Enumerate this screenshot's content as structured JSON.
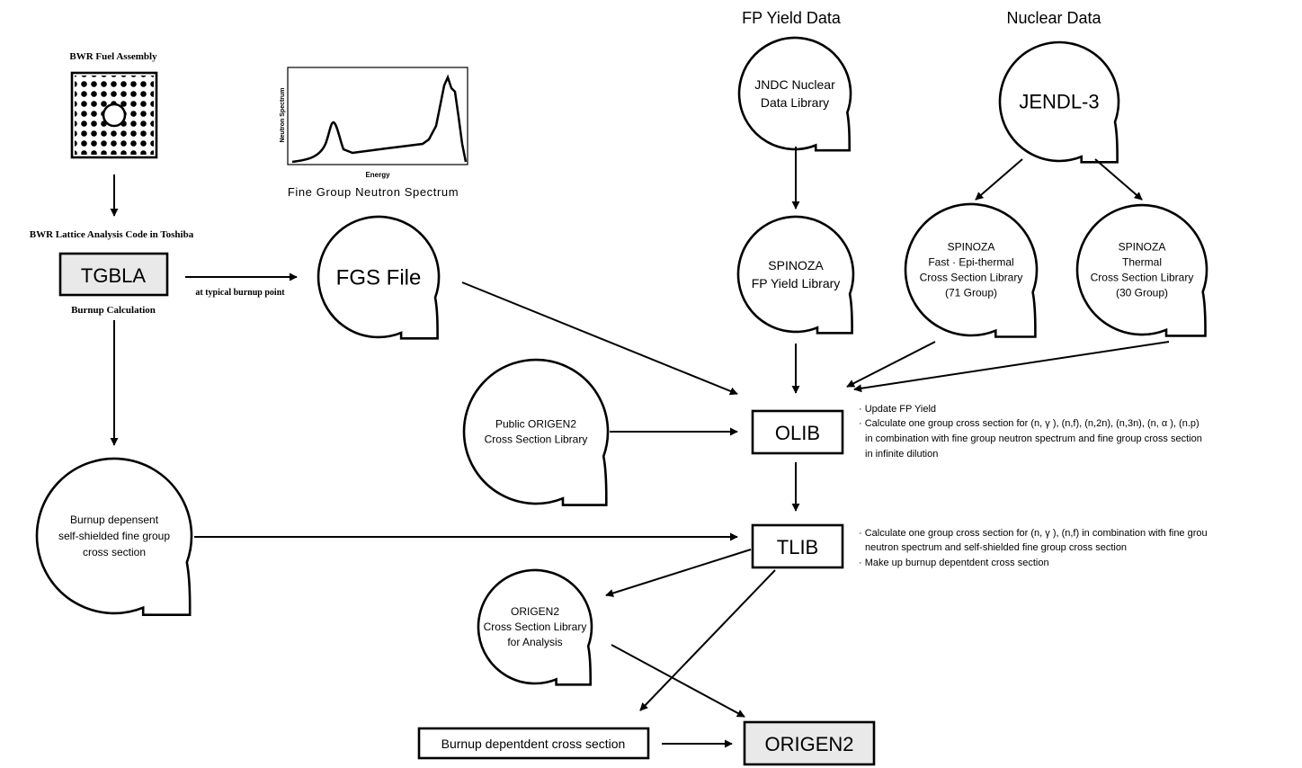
{
  "headers": {
    "fp_yield": "FP Yield Data",
    "nuclear": "Nuclear Data"
  },
  "fuel": {
    "title": "BWR Fuel Assembly"
  },
  "spectrum": {
    "ylabel": "Neutron Spectrum",
    "xlabel": "Energy",
    "caption": "Fine Group Neutron Spectrum"
  },
  "tgbla": {
    "caption_top": "BWR Lattice Analysis Code in Toshiba",
    "label": "TGBLA",
    "caption_bottom": "Burnup Calculation"
  },
  "edge_labels": {
    "typical_burnup": "at typical burnup point"
  },
  "nodes": {
    "fgs": [
      "FGS File"
    ],
    "jndc": [
      "JNDC Nuclear",
      "Data Library"
    ],
    "jendl": [
      "JENDL-3"
    ],
    "spinoza_fp": [
      "SPINOZA",
      "FP Yield Library"
    ],
    "spinoza_fast": [
      "SPINOZA",
      "Fast · Epi-thermal",
      "Cross Section Library",
      "(71 Group)"
    ],
    "spinoza_thermal": [
      "SPINOZA",
      "Thermal",
      "Cross Section Library",
      "(30 Group)"
    ],
    "public_origen": [
      "Public ORIGEN2",
      "Cross Section Library"
    ],
    "burnup_shielded": [
      "Burnup depensent",
      "self-shielded fine group",
      "cross section"
    ],
    "origen_analysis": [
      "ORIGEN2",
      "Cross Section Library",
      "for Analysis"
    ]
  },
  "boxes": {
    "olib": "OLIB",
    "tlib": "TLIB",
    "origen2": "ORIGEN2",
    "burnup_dep": "Burnup depentdent cross section"
  },
  "notes": {
    "olib": [
      "· Update FP Yield",
      "· Calculate one group cross section for (n, γ ), (n,f), (n,2n), (n,3n), (n, α ), (n.p)",
      "in combination with fine group neutron spectrum and fine group cross section",
      "in infinite dilution"
    ],
    "tlib": [
      "· Calculate one group cross section for (n, γ ), (n,f) in combination with fine grou",
      "neutron spectrum and self-shielded fine group cross section",
      "· Make up burnup depentdent cross section"
    ]
  }
}
